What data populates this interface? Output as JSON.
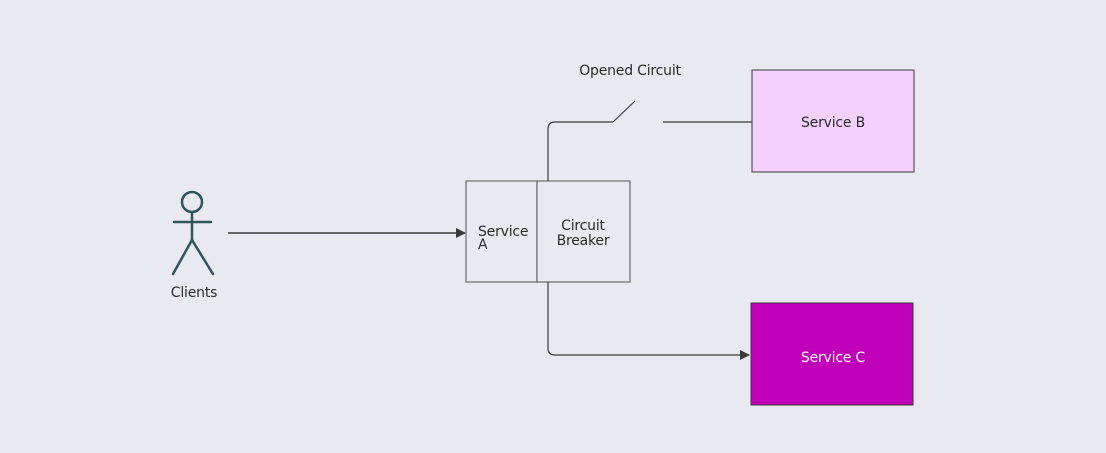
{
  "diagram": {
    "clients_label": "Clients",
    "service_a_label_line1": "Service",
    "service_a_label_line2": "A",
    "circuit_breaker_label_line1": "Circuit",
    "circuit_breaker_label_line2": "Breaker",
    "opened_circuit_label": "Opened Circuit",
    "service_b_label": "Service B",
    "service_c_label": "Service C"
  },
  "colors": {
    "background": "#e9e9f1",
    "stroke": "#3a3a3a",
    "actor": "#2f545a",
    "service_b_fill": "#f3d1fc",
    "service_c_fill": "#c000b8",
    "service_c_text": "#ffffff",
    "text": "#2b2b2b"
  }
}
